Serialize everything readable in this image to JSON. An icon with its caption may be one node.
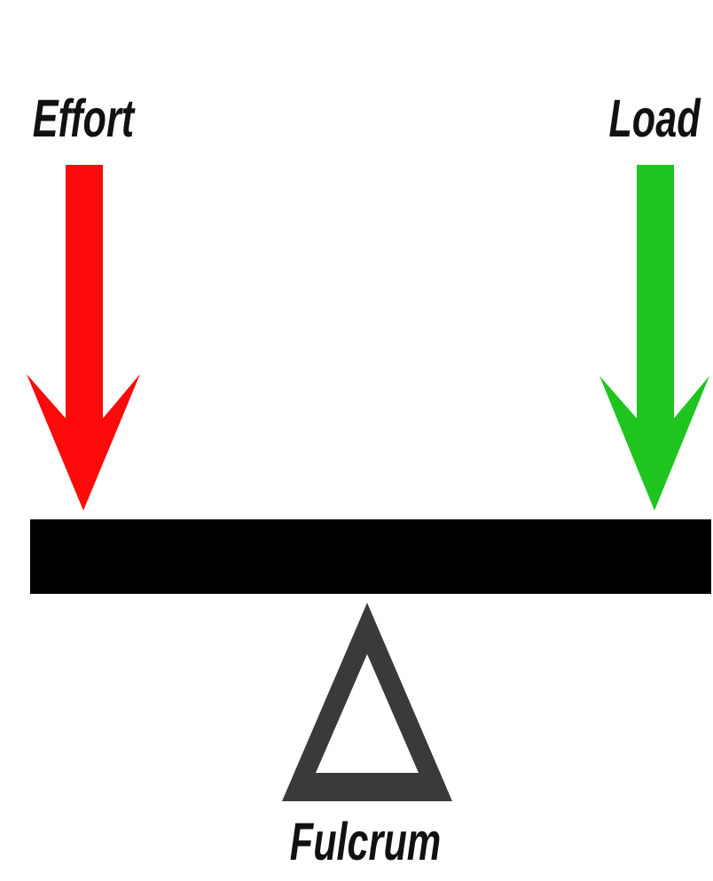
{
  "diagram": {
    "labels": [
      "Effort",
      "Load",
      "Fulcrum"
    ]
  }
}
